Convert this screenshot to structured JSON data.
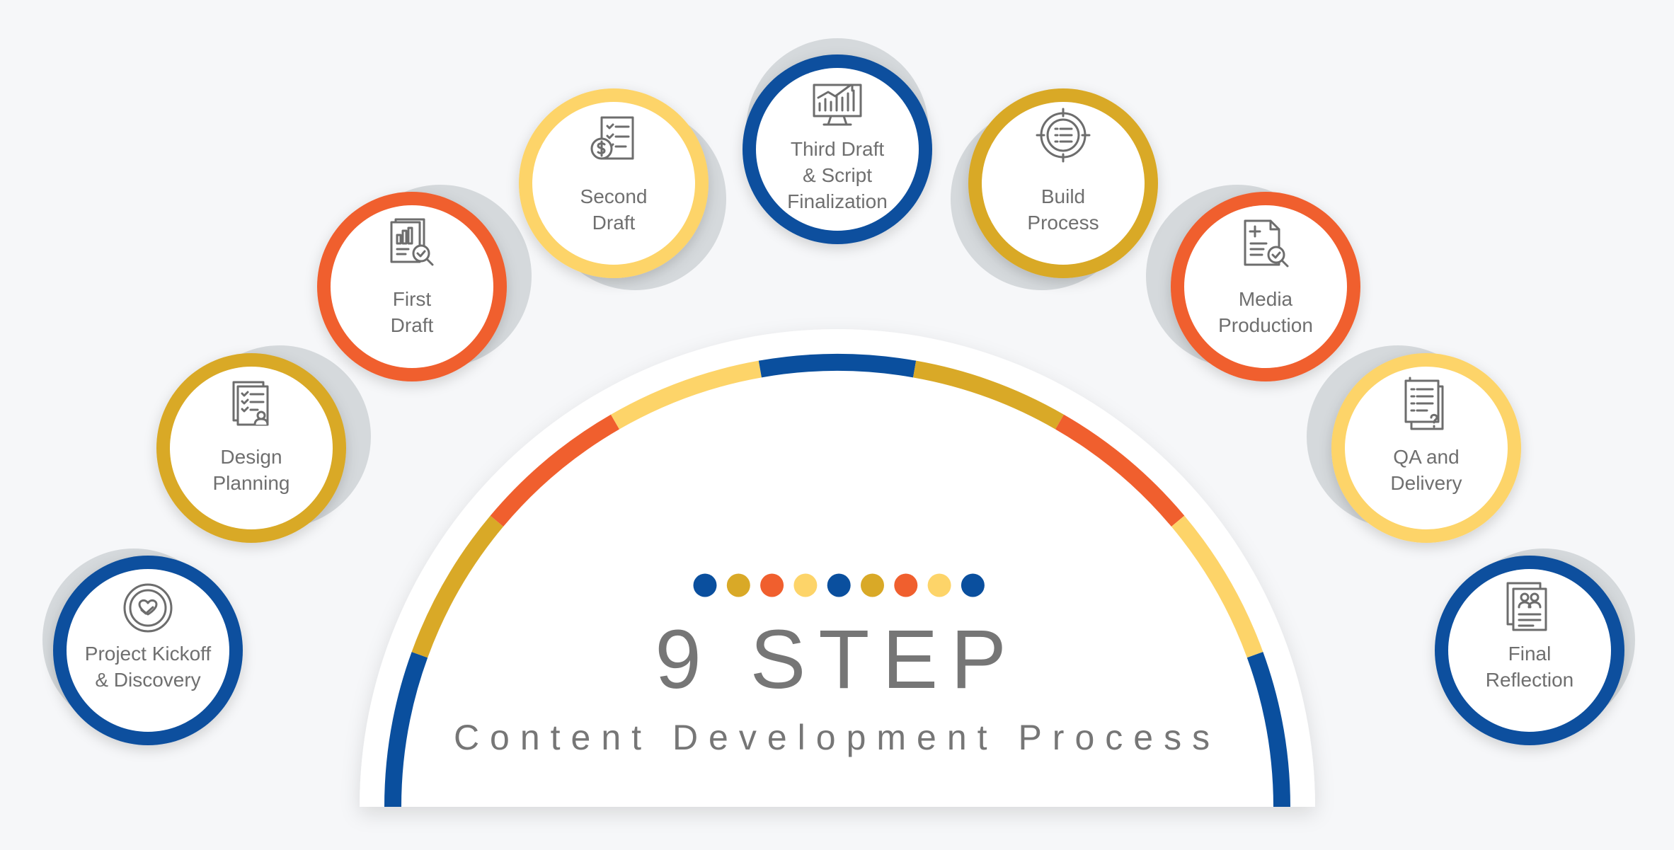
{
  "colors": {
    "blue": "#0a4f9e",
    "mustard": "#d9a927",
    "orange": "#f05f2e",
    "yellow": "#fdd469",
    "gray_shadow": "#d5d9dc",
    "text": "#6f6f6f"
  },
  "headline": "9 STEP",
  "subtitle": "Content Development Process",
  "steps": [
    {
      "label": "Project Kickoff\n& Discovery",
      "color": "blue",
      "icon": "heart-handshake-icon"
    },
    {
      "label": "Design\nPlanning",
      "color": "mustard",
      "icon": "checklist-person-icon"
    },
    {
      "label": "First\nDraft",
      "color": "orange",
      "icon": "report-magnifier-icon"
    },
    {
      "label": "Second\nDraft",
      "color": "yellow",
      "icon": "invoice-dollar-icon"
    },
    {
      "label": "Third Draft\n& Script\nFinalization",
      "color": "blue",
      "icon": "monitor-chart-icon"
    },
    {
      "label": "Build\nProcess",
      "color": "mustard",
      "icon": "target-list-icon"
    },
    {
      "label": "Media\nProduction",
      "color": "orange",
      "icon": "document-check-icon"
    },
    {
      "label": "QA and\nDelivery",
      "color": "yellow",
      "icon": "document-question-icon"
    },
    {
      "label": "Final\nReflection",
      "color": "blue",
      "icon": "people-document-icon"
    }
  ],
  "dot_colors": [
    "blue",
    "mustard",
    "orange",
    "yellow",
    "blue",
    "mustard",
    "orange",
    "yellow",
    "blue"
  ],
  "arc_segments": [
    "blue",
    "mustard",
    "orange",
    "yellow",
    "blue",
    "mustard",
    "orange",
    "yellow",
    "blue"
  ]
}
